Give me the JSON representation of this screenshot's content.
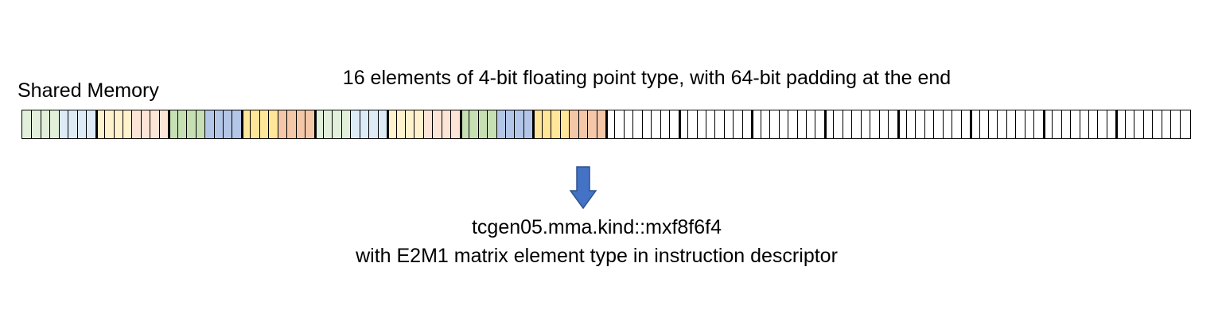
{
  "diagram": {
    "memory_label": "Shared Memory",
    "title": "16 elements of 4-bit floating point type, with 64-bit padding at the end",
    "caption_line1": "tcgen05.mma.kind::mxf8f6f4",
    "caption_line2": "with E2M1 matrix element type in instruction descriptor"
  },
  "strip": {
    "element_colors": [
      "#e2efda",
      "#ddebf7",
      "#fff2cc",
      "#fce4d6",
      "#c6e0b4",
      "#b4c6e7",
      "#ffe699",
      "#f4c7a8",
      "#e2efda",
      "#ddebf7",
      "#fff2cc",
      "#fce4d6",
      "#c6e0b4",
      "#b4c6e7",
      "#ffe699",
      "#f4c7a8"
    ],
    "element_count": 16,
    "bits_per_element": 4,
    "padding_colour": "#ffffff",
    "padding_bits": 64
  },
  "icons": {
    "arrow": "arrow-down-icon",
    "arrow_color": "#4472c4"
  }
}
